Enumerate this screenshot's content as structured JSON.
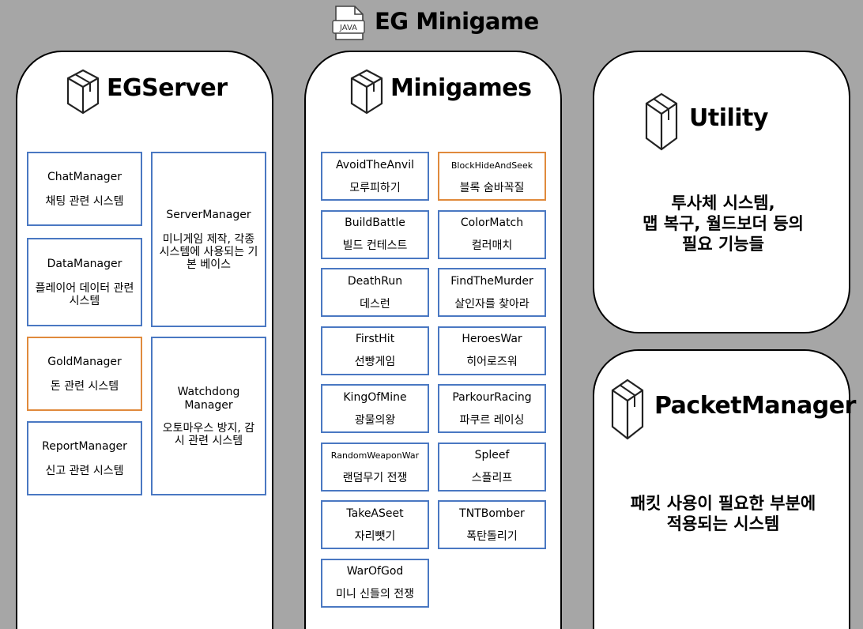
{
  "page": {
    "title": "EG Minigame",
    "file_icon": "java-file-icon",
    "file_icon_label": "JAVA"
  },
  "egserver": {
    "title": "EGServer",
    "icon": "package-box-icon",
    "cards": [
      {
        "name": "ChatManager",
        "desc": "채팅 관련 시스템",
        "accent": "#4a78c2"
      },
      {
        "name": "DataManager",
        "desc": "플레이어 데이터 관련 시스템",
        "accent": "#4a78c2"
      },
      {
        "name": "GoldManager",
        "desc": "돈 관련 시스템",
        "accent": "#e08a3c"
      },
      {
        "name": "ReportManager",
        "desc": "신고 관련 시스템",
        "accent": "#4a78c2"
      },
      {
        "name": "ServerManager",
        "desc": "미니게임 제작, 각종 시스템에 사용되는 기본 베이스",
        "accent": "#4a78c2"
      },
      {
        "name": "Watchdong Manager",
        "desc": "오토마우스 방지, 감시 관련 시스템",
        "accent": "#4a78c2"
      }
    ]
  },
  "minigames": {
    "title": "Minigames",
    "icon": "package-box-icon",
    "cards": [
      {
        "name": "AvoidTheAnvil",
        "desc": "모루피하기",
        "accent": "#4a78c2"
      },
      {
        "name": "BlockHideAndSeek",
        "desc": "블록 숨바꼭질",
        "accent": "#e08a3c"
      },
      {
        "name": "BuildBattle",
        "desc": "빌드 컨테스트",
        "accent": "#4a78c2"
      },
      {
        "name": "ColorMatch",
        "desc": "컬러매치",
        "accent": "#4a78c2"
      },
      {
        "name": "DeathRun",
        "desc": "데스런",
        "accent": "#4a78c2"
      },
      {
        "name": "FindTheMurder",
        "desc": "살인자를 찾아라",
        "accent": "#4a78c2"
      },
      {
        "name": "FirstHit",
        "desc": "선빵게임",
        "accent": "#4a78c2"
      },
      {
        "name": "HeroesWar",
        "desc": "히어로즈워",
        "accent": "#4a78c2"
      },
      {
        "name": "KingOfMine",
        "desc": "광물의왕",
        "accent": "#4a78c2"
      },
      {
        "name": "ParkourRacing",
        "desc": "파쿠르 레이싱",
        "accent": "#4a78c2"
      },
      {
        "name": "RandomWeaponWar",
        "desc": "랜덤무기 전쟁",
        "accent": "#4a78c2"
      },
      {
        "name": "Spleef",
        "desc": "스플리프",
        "accent": "#4a78c2"
      },
      {
        "name": "TakeASeet",
        "desc": "자리뺏기",
        "accent": "#4a78c2"
      },
      {
        "name": "TNTBomber",
        "desc": "폭탄돌리기",
        "accent": "#4a78c2"
      },
      {
        "name": "WarOfGod",
        "desc": "미니 신들의 전쟁",
        "accent": "#4a78c2"
      }
    ]
  },
  "utility": {
    "title": "Utility",
    "icon": "package-box-icon",
    "lines": [
      "투사체 시스템,",
      "맵 복구, 월드보더 등의",
      "필요 기능들"
    ]
  },
  "packetmanager": {
    "title": "PacketManager",
    "icon": "package-box-icon",
    "lines": [
      "패킷 사용이 필요한 부분에",
      "적용되는 시스템"
    ]
  }
}
